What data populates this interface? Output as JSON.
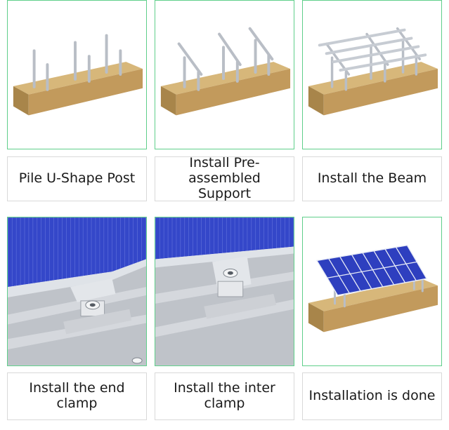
{
  "steps": [
    {
      "caption": "Pile U-Shape Post",
      "illustration": "ground-with-posts"
    },
    {
      "caption": "Install Pre-assembled\nSupport",
      "illustration": "ground-with-inclined-supports"
    },
    {
      "caption": "Install the Beam",
      "illustration": "ground-with-beam-frame"
    },
    {
      "caption": "Install the end clamp",
      "illustration": "end-clamp-closeup"
    },
    {
      "caption": "Install the inter clamp",
      "illustration": "inter-clamp-closeup"
    },
    {
      "caption": "Installation is done",
      "illustration": "completed-solar-array"
    }
  ],
  "colors": {
    "frame_border": "#5fcf8a",
    "ground": "#c8a66a",
    "panel": "#2e3fbf",
    "rail": "#c9ccd2"
  }
}
